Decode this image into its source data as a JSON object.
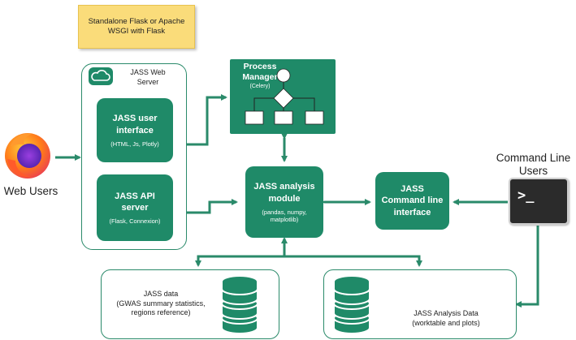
{
  "note": {
    "line1": "Standalone Flask or Apache",
    "line2": "WSGI with Flask"
  },
  "web_server": {
    "line1": "JASS Web",
    "line2": "Server"
  },
  "ui_box": {
    "title1": "JASS user",
    "title2": "interface",
    "sub": "(HTML, Js, Plotly)"
  },
  "api_box": {
    "title1": "JASS API",
    "title2": "server",
    "sub": "(Flask, Connexion)"
  },
  "web_users": {
    "label": "Web Users"
  },
  "process_manager": {
    "line1": "Process",
    "line2": "Manager",
    "sub": "(Celery)"
  },
  "analysis": {
    "line1": "JASS analysis",
    "line2": "module",
    "sub1": "(pandas, numpy,",
    "sub2": "matplotlib)"
  },
  "cli_box": {
    "line1": "JASS",
    "line2": "Command line",
    "line3": "interface"
  },
  "cli_users": {
    "line1": "Command Line",
    "line2": "Users",
    "prompt": ">_"
  },
  "jass_data": {
    "line1": "JASS data",
    "line2": "(GWAS summary statistics,",
    "line3": "regions reference)"
  },
  "analysis_data": {
    "line1": "JASS Analysis Data",
    "line2": "(worktable and plots)"
  },
  "colors": {
    "green": "#1f8a68",
    "note": "#fadc7a",
    "terminal": "#2b2b2b"
  }
}
